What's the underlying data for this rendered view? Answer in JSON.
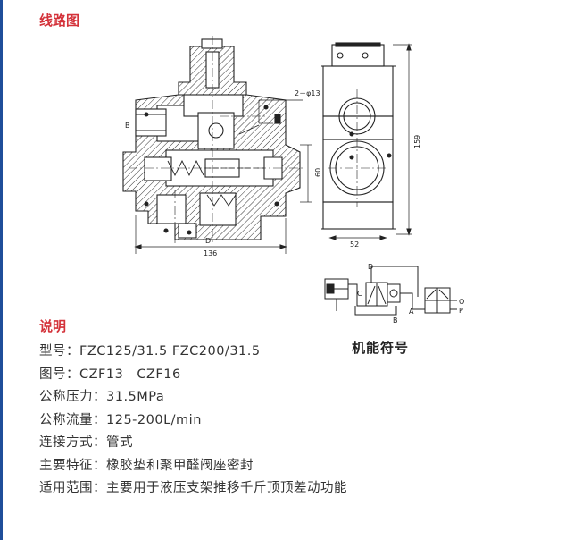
{
  "section_diagram": {
    "title": "线路图"
  },
  "drawing": {
    "dim_hole": "2－φ13",
    "dim_width_main": "136",
    "dim_width_side": "52",
    "dim_height_side": "159",
    "dim_height_inner": "60",
    "label_b": "B",
    "label_d": "D'"
  },
  "symbol": {
    "caption": "机能符号",
    "port_d": "D",
    "port_c": "C",
    "port_b": "B",
    "port_a": "A",
    "port_o": "O",
    "port_p": "P"
  },
  "section_desc": {
    "title": "说明"
  },
  "specs": [
    {
      "label": "型号：",
      "value": "FZC125/31.5 FZC200/31.5"
    },
    {
      "label": "图号：",
      "value": "CZF13　CZF16"
    },
    {
      "label": "公称压力：",
      "value": "31.5MPa"
    },
    {
      "label": "公称流量：",
      "value": "125-200L/min"
    },
    {
      "label": "连接方式：",
      "value": "管式"
    },
    {
      "label": "主要特征：",
      "value": "橡胶垫和聚甲醛阀座密封"
    },
    {
      "label": "适用范围：",
      "value": "主要用于液压支架推移千斤顶顶差动功能"
    }
  ]
}
